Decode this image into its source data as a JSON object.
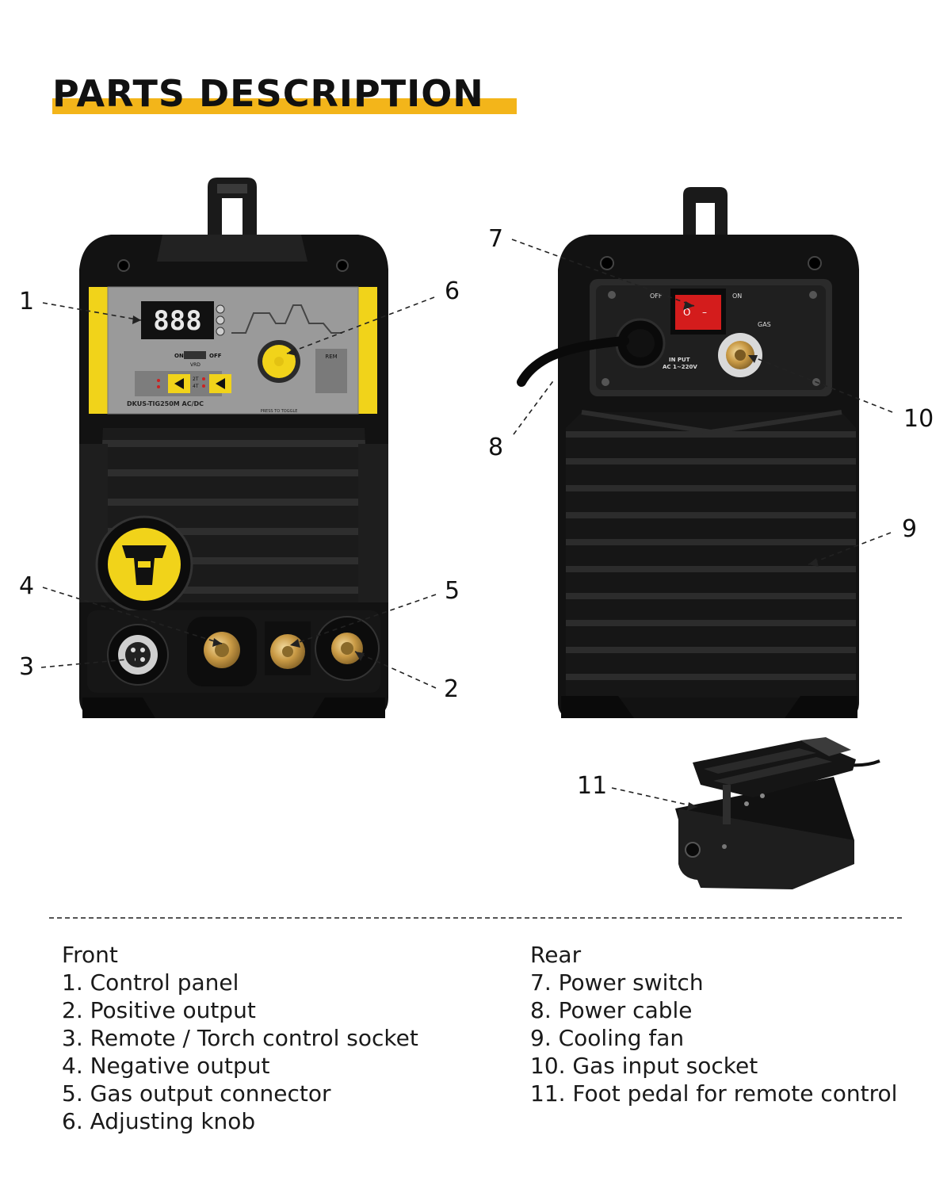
{
  "title": "PARTS DESCRIPTION",
  "accent_color": "#f3b51a",
  "front_panel": {
    "display": "888",
    "model": "DKUS-TIG250M AC/DC",
    "on": "ON",
    "off": "OFF",
    "vrd": "VRD",
    "t2": "2T",
    "t4": "4T",
    "rem": "REM",
    "press_to_toggle": "PRESS TO TOGGLE"
  },
  "rear_panel": {
    "off": "OFF",
    "on": "ON",
    "gas": "GAS",
    "input_line1": "IN PUT",
    "input_line2": "AC 1~220V"
  },
  "callouts": [
    "1",
    "2",
    "3",
    "4",
    "5",
    "6",
    "7",
    "8",
    "9",
    "10",
    "11"
  ],
  "front": {
    "heading": "Front",
    "items": [
      "1. Control panel",
      "2. Positive output",
      "3. Remote / Torch control socket",
      "4. Negative output",
      "5. Gas output connector",
      "6. Adjusting knob"
    ]
  },
  "rear": {
    "heading": "Rear",
    "items": [
      "7. Power switch",
      "8. Power cable",
      "9. Cooling fan",
      "10. Gas input socket",
      "11. Foot pedal for remote control"
    ]
  }
}
